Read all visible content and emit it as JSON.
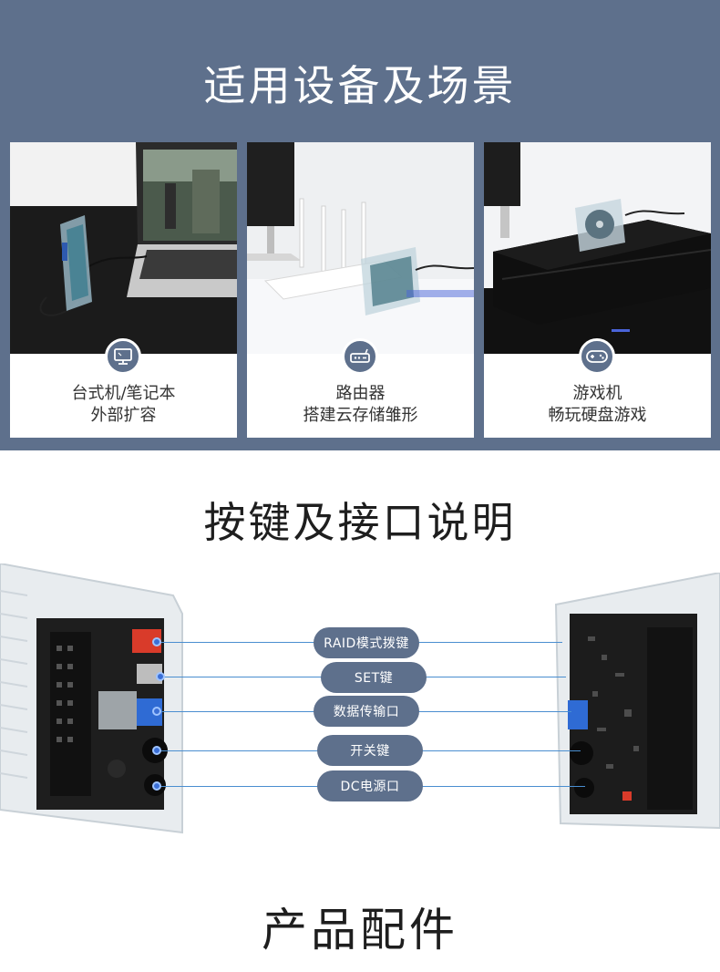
{
  "section_scenes": {
    "title": "适用设备及场景",
    "cards": [
      {
        "icon": "monitor-icon",
        "line1": "台式机/笔记本",
        "line2": "外部扩容"
      },
      {
        "icon": "router-icon",
        "line1": "路由器",
        "line2": "搭建云存储雏形"
      },
      {
        "icon": "gamepad-icon",
        "line1": "游戏机",
        "line2": "畅玩硬盘游戏"
      }
    ]
  },
  "section_ports": {
    "title": "按键及接口说明",
    "callouts": [
      {
        "label": "RAID模式拨键"
      },
      {
        "label": "SET键"
      },
      {
        "label": "数据传输口"
      },
      {
        "label": "开关键"
      },
      {
        "label": "DC电源口"
      }
    ]
  },
  "section_accessories": {
    "title": "产品配件"
  },
  "colors": {
    "brand_slate": "#5e708c",
    "callout_line": "#4a8ed0",
    "title_dark": "#1e1e1e"
  }
}
